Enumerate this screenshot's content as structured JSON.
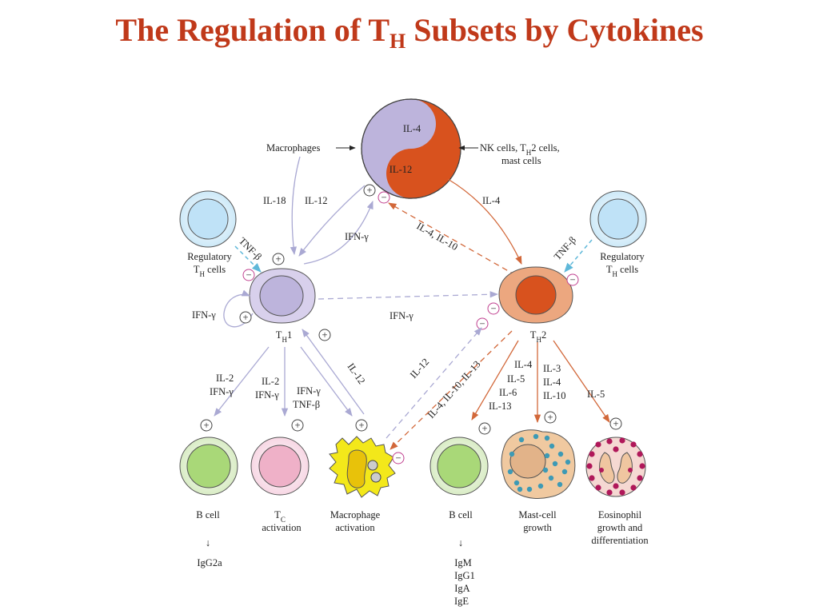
{
  "title": {
    "main": "The Regulation of T",
    "sub": "H",
    "rest": " Subsets by Cytokines"
  },
  "colors": {
    "title": "#c0391a",
    "th1_arrow": "#aaa9d3",
    "th2_arrow": "#d2683a",
    "th1_cell": "#bdb4dc",
    "th2_cell": "#d8521e",
    "regulatory_cell": "#bfe2f7",
    "b_cell": "#a9d878",
    "tc_cell": "#efb1c8",
    "macrophage": "#f3e81a",
    "mast_cell": "#f0c9a0",
    "eosinophil": "#f5d8d2"
  },
  "yin_yang": {
    "top": "IL-4",
    "bottom": "IL-12"
  },
  "inputs": {
    "macrophages": "Macrophages",
    "nk_line1": "NK cells, T",
    "nk_sub": "H",
    "nk_line1_end": "2 cells,",
    "nk_line2": "mast cells"
  },
  "cells": {
    "th1": {
      "name": "T",
      "sub": "H",
      "suffix": "1"
    },
    "th2": {
      "name": "T",
      "sub": "H",
      "suffix": "2"
    },
    "reg_left": {
      "line1": "Regulatory",
      "line2_t": "T",
      "line2_sub": "H",
      "line2_end": " cells"
    },
    "reg_right": {
      "line1": "Regulatory",
      "line2_t": "T",
      "line2_sub": "H",
      "line2_end": " cells"
    }
  },
  "arrows": {
    "il18": "IL-18",
    "il12_left": "IL-12",
    "ifng_up": "IFN-γ",
    "il4_right": "IL-4",
    "il4_il10_inhibit": "IL-4, IL-10",
    "tnfb_left": "TNF-β",
    "tnfb_right": "TNF-β",
    "ifng_loop": "IFN-γ",
    "ifng_cross": "IFN-γ",
    "il12_mac_th1": "IL-12",
    "il12_mac_th2": "IL-12",
    "il4_10_13": "IL-4, IL-10, IL-13"
  },
  "th1_outputs": [
    {
      "lines": [
        "IL-2",
        "IFN-γ"
      ],
      "target": "B cell",
      "product": "IgG2a"
    },
    {
      "lines": [
        "IL-2",
        "IFN-γ"
      ],
      "target_t": "T",
      "target_sub": "C",
      "target_line2": "activation"
    },
    {
      "lines": [
        "IFN-γ",
        "TNF-β"
      ],
      "target_line1": "Macrophage",
      "target_line2": "activation"
    }
  ],
  "th2_outputs": [
    {
      "lines": [
        "IL-4",
        "IL-5",
        "IL-6",
        "IL-13"
      ],
      "target": "B cell",
      "products": [
        "IgM",
        "IgG1",
        "IgA",
        "IgE"
      ]
    },
    {
      "lines": [
        "IL-3",
        "IL-4",
        "IL-10"
      ],
      "target_line1": "Mast-cell",
      "target_line2": "growth"
    },
    {
      "lines": [
        "IL-5"
      ],
      "target_line1": "Eosinophil",
      "target_line2": "growth and",
      "target_line3": "differentiation"
    }
  ],
  "symbols": {
    "plus": "+",
    "minus": "−",
    "down_arrow": "↓"
  }
}
